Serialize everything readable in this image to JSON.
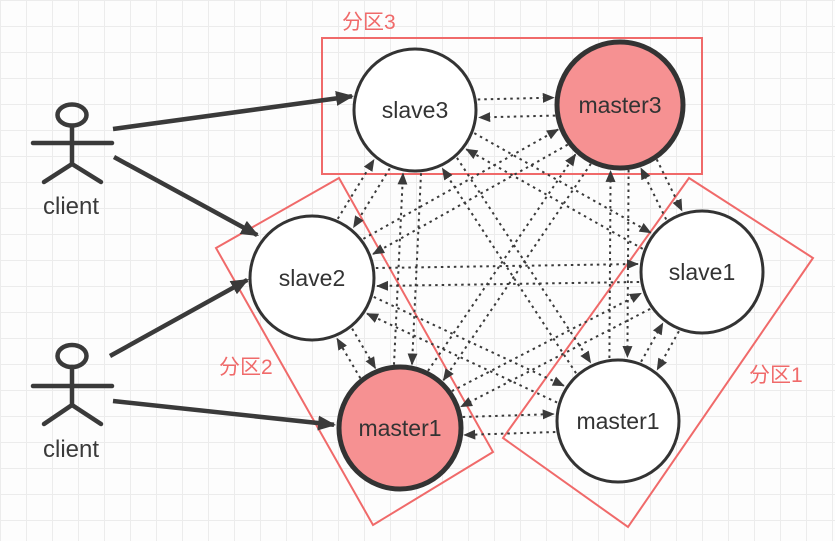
{
  "partitions": [
    {
      "label": "分区3"
    },
    {
      "label": "分区2"
    },
    {
      "label": "分区1"
    }
  ],
  "clients": [
    {
      "label": "client"
    },
    {
      "label": "client"
    }
  ],
  "nodes": [
    {
      "id": "slave3",
      "label": "slave3",
      "partition": "分区3",
      "highlighted": false
    },
    {
      "id": "master3",
      "label": "master3",
      "partition": "分区3",
      "highlighted": true
    },
    {
      "id": "slave2",
      "label": "slave2",
      "partition": "分区2",
      "highlighted": false
    },
    {
      "id": "master1p2",
      "label": "master1",
      "partition": "分区2",
      "highlighted": true
    },
    {
      "id": "slave1",
      "label": "slave1",
      "partition": "分区1",
      "highlighted": false
    },
    {
      "id": "master1p1",
      "label": "master1",
      "partition": "分区1",
      "highlighted": false
    }
  ],
  "colors": {
    "partition_outline": "#f06a6a",
    "highlight_fill": "#f69192",
    "node_fill": "#ffffff",
    "line": "#3a3a3a"
  },
  "mesh_edges": [
    [
      "slave3",
      "master3"
    ],
    [
      "slave3",
      "slave2"
    ],
    [
      "slave3",
      "master1p2"
    ],
    [
      "slave3",
      "slave1"
    ],
    [
      "slave3",
      "master1p1"
    ],
    [
      "master3",
      "slave2"
    ],
    [
      "master3",
      "master1p2"
    ],
    [
      "master3",
      "slave1"
    ],
    [
      "master3",
      "master1p1"
    ],
    [
      "slave2",
      "master1p2"
    ],
    [
      "slave2",
      "slave1"
    ],
    [
      "slave2",
      "master1p1"
    ],
    [
      "master1p2",
      "slave1"
    ],
    [
      "master1p2",
      "master1p1"
    ],
    [
      "slave1",
      "master1p1"
    ]
  ],
  "client_arrows": [
    {
      "from": "client-0",
      "to": "slave3"
    },
    {
      "from": "client-0",
      "to": "slave2"
    },
    {
      "from": "client-1",
      "to": "slave2"
    },
    {
      "from": "client-1",
      "to": "master1p2"
    }
  ]
}
